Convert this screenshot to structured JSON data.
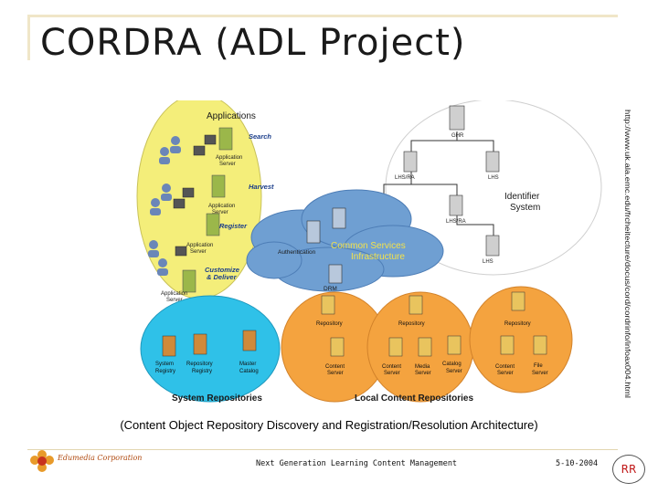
{
  "slide": {
    "title": "CORDRA (ADL Project)",
    "vertical_url": "http://www.uk.ala.emc.edu/frcheitecture/docus/cord/cordrinfo/infoax004.html",
    "caption": "(Content Object Repository Discovery and Registration/Resolution Architecture)"
  },
  "diagram": {
    "applications": {
      "heading": "Applications",
      "search": "Search",
      "harvest": "Harvest",
      "register": "Register",
      "customize_1": "Customize",
      "customize_2": "& Deliver",
      "app_server_1": "Application",
      "app_server_2": "Server"
    },
    "services": {
      "title_1": "Common Services",
      "title_2": "Infrastructure",
      "authentication": "Authentication",
      "drm": "DRM"
    },
    "identifier": {
      "title_1": "Identifier",
      "title_2": "System",
      "ghr": "GHR",
      "lhs_ra_1": "LHS/RA",
      "lhs_1": "LHS",
      "lhs_ra_2": "LHS/RA",
      "lhs_2": "LHS"
    },
    "system_repos": {
      "heading": "System Repositories",
      "system_1": "System",
      "registry": "Registry",
      "repository": "Repository",
      "master_1": "Master",
      "master_2": "Catalog"
    },
    "local_repos": {
      "heading": "Local Content Repositories",
      "repository": "Repository",
      "content": "Content",
      "server": "Server",
      "media": "Media",
      "catalog": "Catalog",
      "file": "File"
    }
  },
  "footer": {
    "company": "Edumedia Corporation",
    "center": "Next Generation Learning Content Management",
    "date": "5-10-2004",
    "badge": "RR"
  },
  "colors": {
    "applications": "#f4ee7a",
    "system_repos": "#2fc1e8",
    "local_repos": "#f4a33f",
    "cloud": "#6f9fd2",
    "label_blue": "#1a3d8a"
  }
}
